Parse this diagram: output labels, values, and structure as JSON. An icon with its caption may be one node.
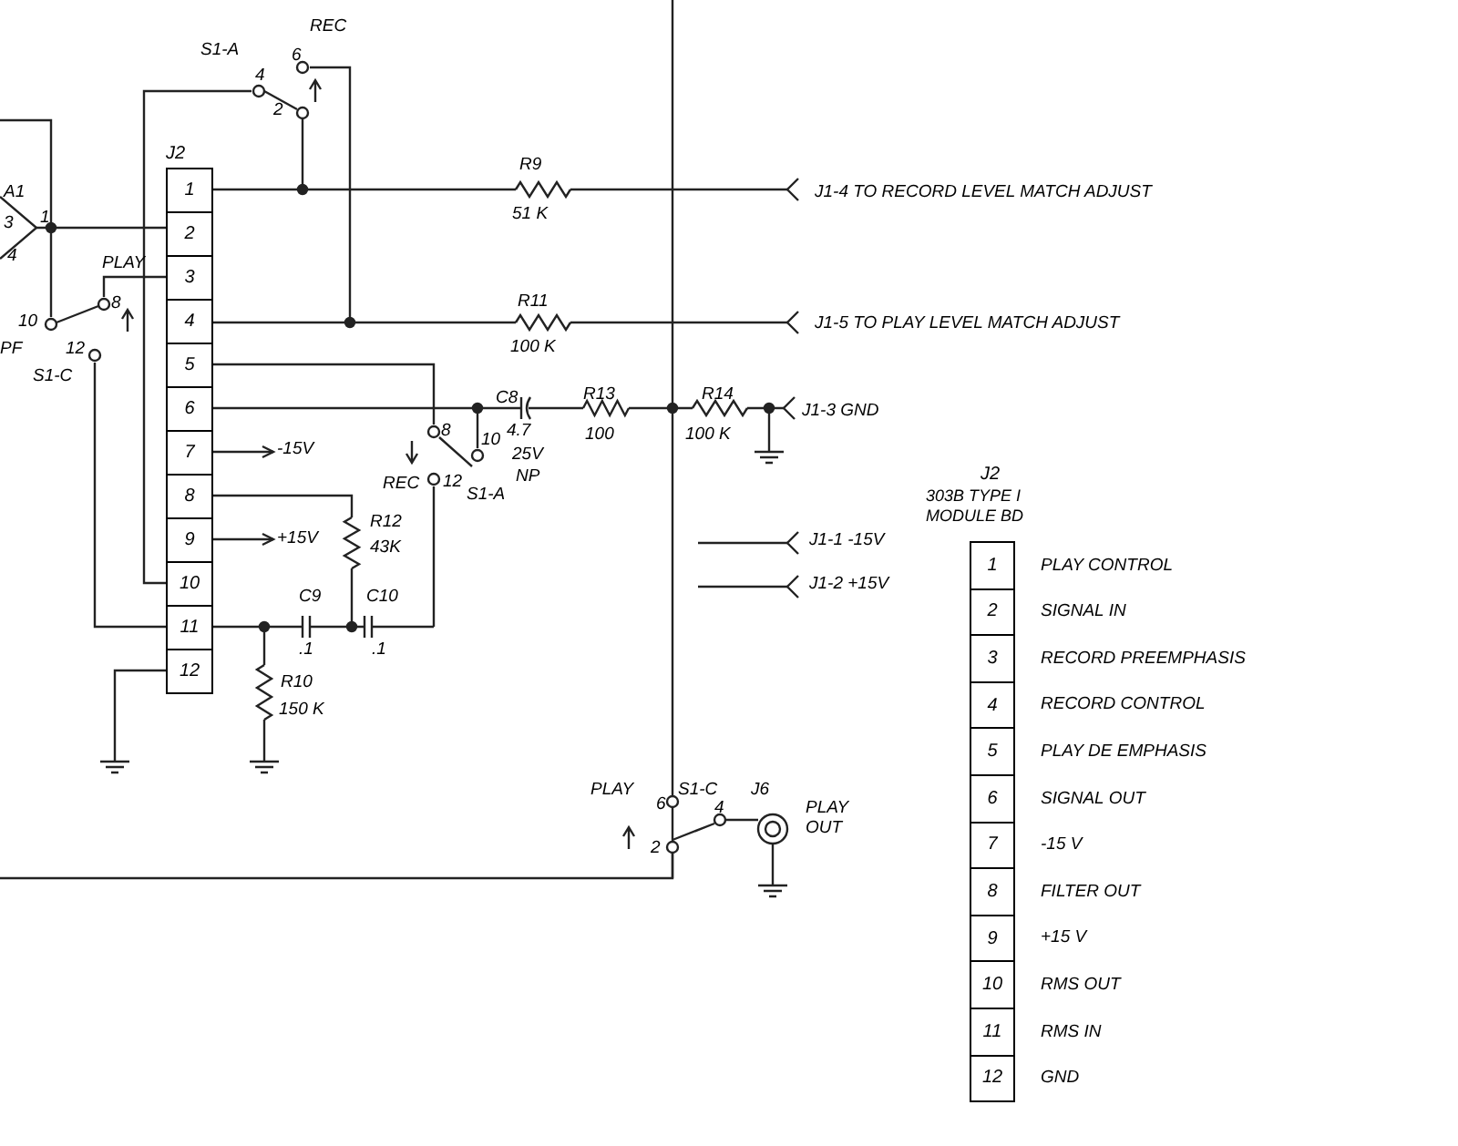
{
  "diagram": {
    "nodes": [
      {
        "text": [
          "J2"
        ]
      },
      {
        "text": [
          "1"
        ],
        "in": 0
      },
      {
        "text": [
          "2"
        ],
        "in": 0
      },
      {
        "text": [
          "3"
        ],
        "in": 0
      },
      {
        "text": [
          "4"
        ],
        "in": 0
      },
      {
        "text": [
          "5"
        ],
        "in": 0
      },
      {
        "text": [
          "6"
        ],
        "in": 0
      },
      {
        "text": [
          "7"
        ],
        "in": 0
      },
      {
        "text": [
          "8"
        ],
        "in": 0
      },
      {
        "text": [
          "9"
        ],
        "in": 0
      },
      {
        "text": [
          "10"
        ],
        "in": 0
      },
      {
        "text": [
          "11"
        ],
        "in": 0
      },
      {
        "text": [
          "12"
        ],
        "in": 0
      },
      {
        "text": [
          "J2",
          "303B TYPE I MODULE BD"
        ]
      },
      {
        "text": [
          "1"
        ],
        "in": 13,
        "beside": [
          "PLAY CONTROL"
        ]
      },
      {
        "text": [
          "2"
        ],
        "in": 13,
        "beside": [
          "SIGNAL IN"
        ]
      },
      {
        "text": [
          "3"
        ],
        "in": 13,
        "beside": [
          "RECORD PREEMPHASIS"
        ]
      },
      {
        "text": [
          "4"
        ],
        "in": 13,
        "beside": [
          "RECORD CONTROL"
        ]
      },
      {
        "text": [
          "5"
        ],
        "in": 13,
        "beside": [
          "PLAY DE EMPHASIS"
        ]
      },
      {
        "text": [
          "6"
        ],
        "in": 13,
        "beside": [
          "SIGNAL OUT"
        ]
      },
      {
        "text": [
          "7"
        ],
        "in": 13,
        "beside": [
          "-15 V"
        ]
      },
      {
        "text": [
          "8"
        ],
        "in": 13,
        "beside": [
          "FILTER OUT"
        ]
      },
      {
        "text": [
          "9"
        ],
        "in": 13,
        "beside": [
          "+15 V"
        ]
      },
      {
        "text": [
          "10"
        ],
        "in": 13,
        "beside": [
          "RMS OUT"
        ]
      },
      {
        "text": [
          "11"
        ],
        "in": 13,
        "beside": [
          "RMS IN"
        ]
      },
      {
        "text": [
          "12"
        ],
        "in": 13,
        "beside": [
          "GND"
        ]
      }
    ],
    "labels": [
      "S1-A",
      "4",
      "6",
      "REC",
      "2",
      "A1",
      "3",
      "4",
      "1",
      "PF",
      "PLAY",
      "8",
      "10",
      "12",
      "S1-C",
      "R9",
      "51 K",
      "R11",
      "100 K",
      "C8",
      "4.7",
      "25V",
      "NP",
      "R13",
      "100",
      "R14",
      "100 K",
      "8",
      "10",
      "REC",
      "12",
      "S1-A",
      "-15V",
      "+15V",
      "R12",
      "43K",
      "C9",
      ".1",
      "C10",
      ".1",
      "R10",
      "150 K",
      "PLAY",
      "6",
      "S1-C",
      "4",
      "2",
      "J6",
      "PLAY OUT",
      "J1-4 TO RECORD LEVEL MATCH ADJUST",
      "J1-5 TO PLAY LEVEL MATCH ADJUST",
      "J1-3 GND",
      "J1-1 -15V",
      "J1-2 +15V"
    ]
  }
}
